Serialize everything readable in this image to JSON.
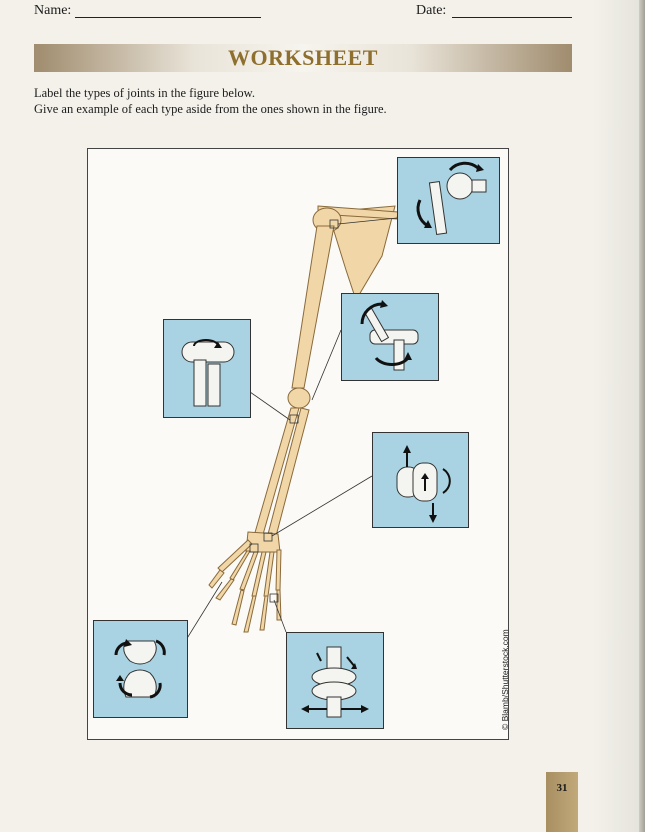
{
  "header": {
    "name_label": "Name:",
    "date_label": "Date:"
  },
  "banner": {
    "title": "WORKSHEET"
  },
  "instructions": {
    "line1": "Label the types of joints in the figure below.",
    "line2": "Give an example of each type aside from the ones shown in the figure."
  },
  "figure": {
    "joint_boxes": [
      {
        "id": "shoulder",
        "icon": "ball-and-socket-joint-icon"
      },
      {
        "id": "elbow-left",
        "icon": "pivot-joint-icon"
      },
      {
        "id": "elbow-right",
        "icon": "hinge-joint-icon"
      },
      {
        "id": "wrist",
        "icon": "condyloid-joint-icon"
      },
      {
        "id": "hand",
        "icon": "plane-joint-icon"
      },
      {
        "id": "thumb",
        "icon": "saddle-joint-icon"
      }
    ],
    "colors": {
      "box_fill": "#a9d3e2",
      "bone_fill": "#f1d6a8",
      "bone_stroke": "#8a6a3a"
    },
    "credit": "© Blamb/Shutterstock.com"
  },
  "footer": {
    "page_number": "31"
  }
}
